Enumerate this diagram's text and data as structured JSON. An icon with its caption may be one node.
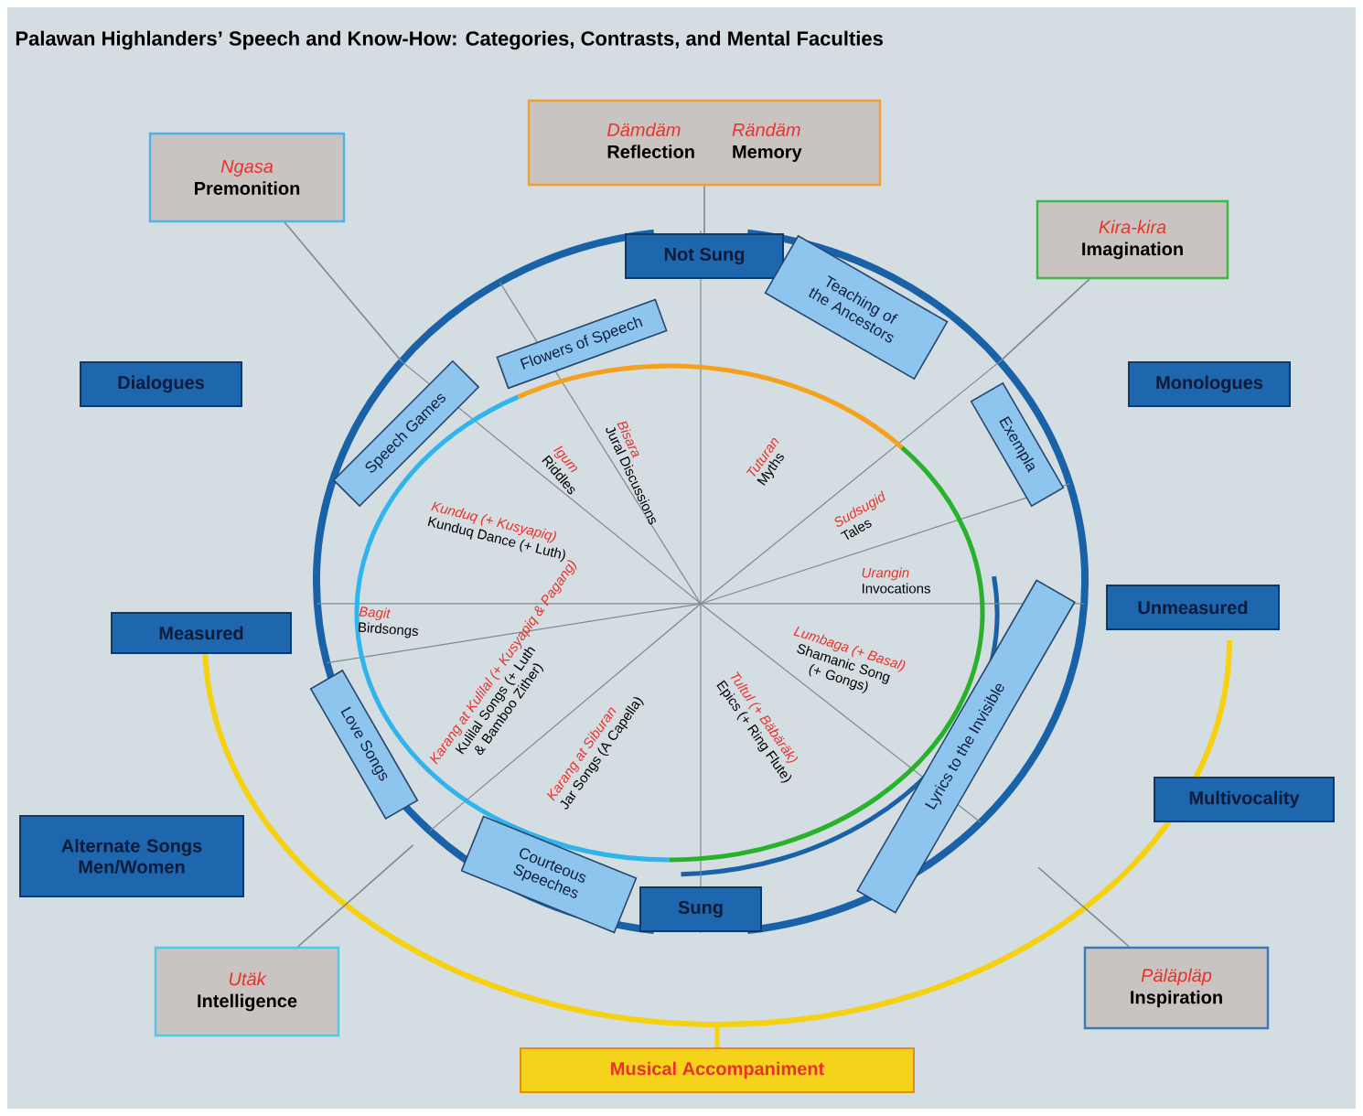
{
  "diagram": {
    "title": "Palawan Highlanders’ Speech and Know-How: Categories, Contrasts, and Mental Faculties",
    "nodes": [
      {
        "text": [
          "Ngasa",
          "Premonition"
        ]
      },
      {
        "text": [
          "Dämdäm",
          "Reflection",
          "Rändäm",
          "Memory"
        ]
      },
      {
        "text": [
          "Not Sung"
        ]
      },
      {
        "text": [
          "Kira-kira",
          "Imagination"
        ]
      },
      {
        "text": [
          "Teaching of the Ancestors"
        ]
      },
      {
        "text": [
          "Flowers of Speech"
        ]
      },
      {
        "text": [
          "Dialogues"
        ]
      },
      {
        "text": [
          "Monologues"
        ]
      },
      {
        "text": [
          "Speech Games"
        ]
      },
      {
        "text": [
          "Exempla"
        ]
      },
      {
        "text": [
          "Measured"
        ]
      },
      {
        "text": [
          "Unmeasured"
        ]
      },
      {
        "text": [
          "Lyrics to the Invisible"
        ]
      },
      {
        "text": [
          "Love Songs"
        ]
      },
      {
        "text": [
          "Multivocality"
        ]
      },
      {
        "text": [
          "Alternate Songs Men/Women"
        ]
      },
      {
        "text": [
          "Courteous Speeches"
        ]
      },
      {
        "text": [
          "Sung"
        ]
      },
      {
        "text": [
          "Utäk",
          "Intelligence"
        ]
      },
      {
        "text": [
          "Päläpläp",
          "Inspiration"
        ]
      },
      {
        "text": [
          "Musical Accompaniment"
        ]
      }
    ],
    "edges": [
      {
        "from": 0,
        "to": null,
        "arrow": "none"
      },
      {
        "from": 1,
        "to": 2,
        "arrow": "none"
      },
      {
        "from": 3,
        "to": null,
        "arrow": "none"
      },
      {
        "from": 18,
        "to": null,
        "arrow": "none"
      },
      {
        "from": 19,
        "to": null,
        "arrow": "none"
      },
      {
        "from": 20,
        "to": null,
        "arrow": "none",
        "style": "thick",
        "color": "#f6d10f"
      }
    ],
    "labels": [
      "Igum",
      "Riddles",
      "Bisara",
      "Jural Discussions",
      "Tuturan",
      "Myths",
      "Kunduq (+ Kusyapiq)",
      "Kunduq Dance (+ Luth)",
      "Sudsugid",
      "Tales",
      "Urangin",
      "Invocations",
      "Bagit",
      "Birdsongs",
      "Lumbaga (+ Basal)",
      "Shamanic Song (+ Gongs)",
      "Karang at Kulilal (+ Kusyapiq & Pagang)",
      "Kulilal Songs (+ Luth & Bamboo Zither)",
      "Karang at Siburan",
      "Jar Songs (A Capella)",
      "Tultul (+ Bäbäräk)",
      "Epics (+ Ring Flute)"
    ]
  }
}
